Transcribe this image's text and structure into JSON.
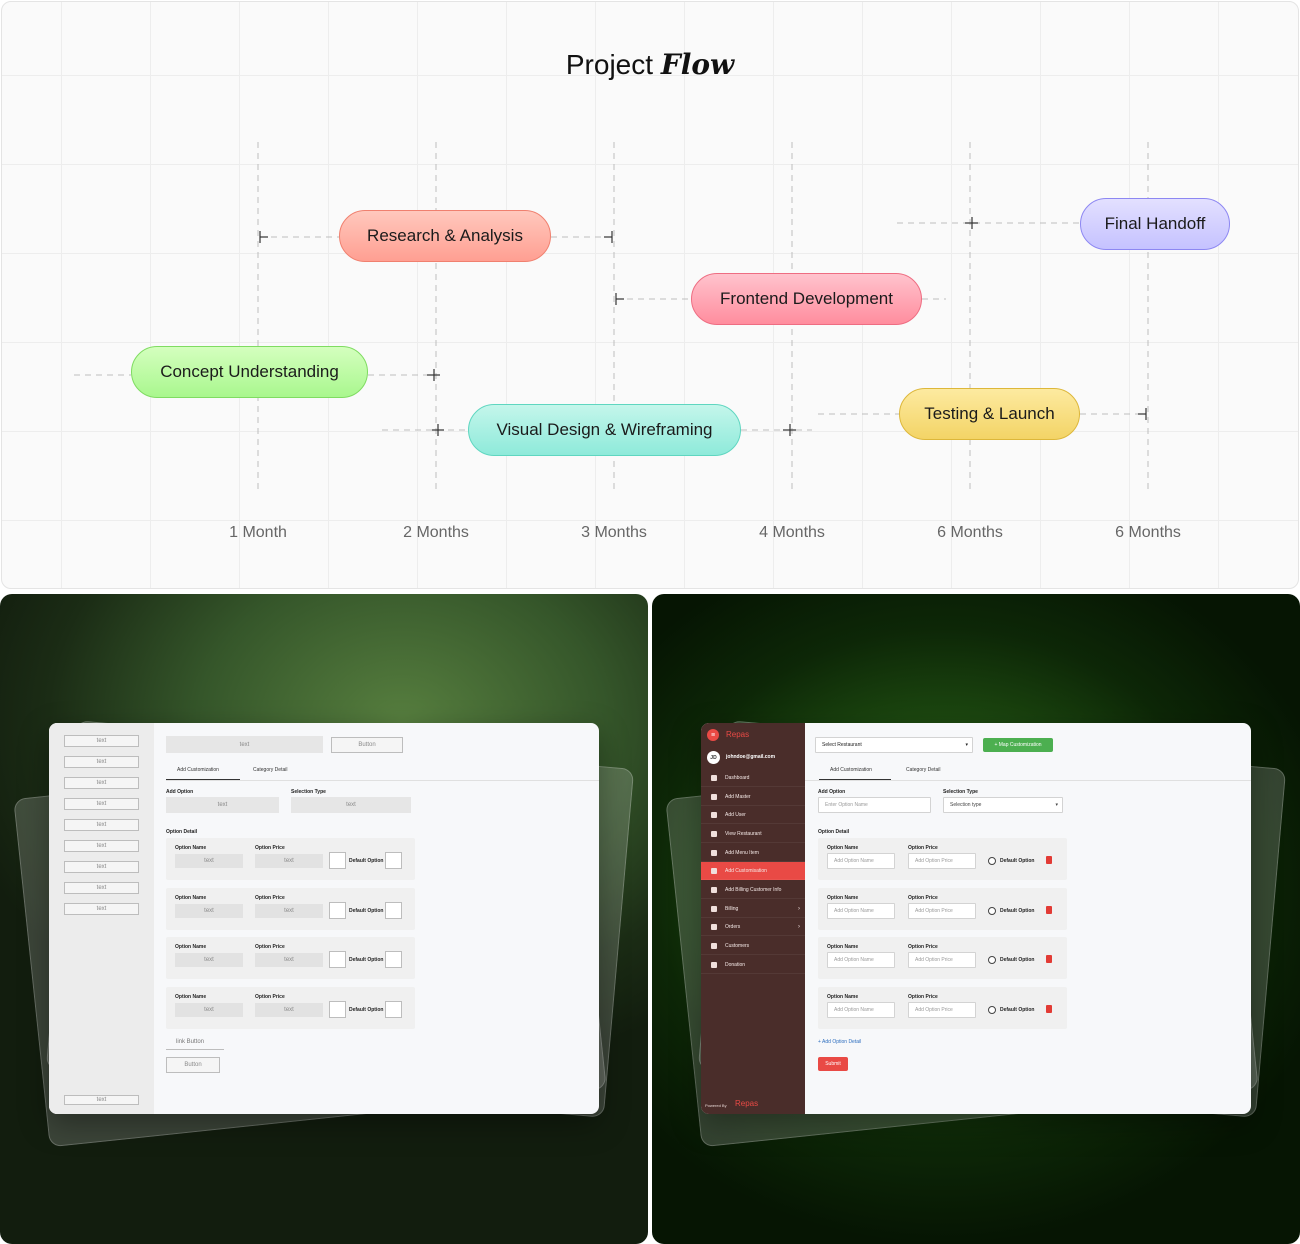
{
  "flow": {
    "title_plain": "Project",
    "title_strong": "Flow",
    "phases": {
      "research": "Research & Analysis",
      "frontend": "Frontend Development",
      "concept": "Concept Understanding",
      "visual": "Visual Design & Wireframing",
      "testing": "Testing & Launch",
      "handoff": "Final Handoff"
    },
    "months": [
      "1 Month",
      "2 Months",
      "3 Months",
      "4 Months",
      "6 Months",
      "6 Months"
    ]
  },
  "wireframe": {
    "placeholder_text": "text",
    "button_label": "Button",
    "link_button_label": "link Button",
    "tab_add_customization": "Add Customization",
    "tab_category_detail": "Category Detail",
    "label_add_option": "Add Option",
    "label_selection_type": "Selection Type",
    "label_option_detail": "Option Detail",
    "label_option_name": "Option Name",
    "label_option_price": "Option Price",
    "label_default_option": "Default Option"
  },
  "app": {
    "brand": "Repas",
    "user_initials": "JD",
    "user_email": "johndoe@gmail.com",
    "nav": [
      "Dashboard",
      "Add Master",
      "Add User",
      "View Restaurant",
      "Add Menu Item",
      "Add Customisation",
      "Add Billing Customer Info",
      "Billing",
      "Orders",
      "Customers",
      "Donation"
    ],
    "active_nav": "Add Customisation",
    "select_restaurant": "Select Restaurant",
    "map_button": "+ Map Customization",
    "tab_add_customization": "Add Customization",
    "tab_category_detail": "Category Detail",
    "label_add_option": "Add Option",
    "placeholder_option_name": "Enter Option Name",
    "label_selection_type": "Selection Type",
    "selection_type_value": "Selection type",
    "label_option_detail": "Option Detail",
    "label_option_name": "Option Name",
    "label_option_price": "Option Price",
    "placeholder_add_option_name": "Add Option Name",
    "placeholder_add_option_price": "Add Option Price",
    "label_default_option": "Default Option",
    "add_option_detail": "+ Add Option Detail",
    "submit": "Submit",
    "powered_by": "Powered By",
    "footer_brand": "Repas"
  },
  "colors": {
    "sidebar": "#4a2d2a",
    "accent_red": "#e94a45",
    "accent_green": "#4caf50"
  }
}
